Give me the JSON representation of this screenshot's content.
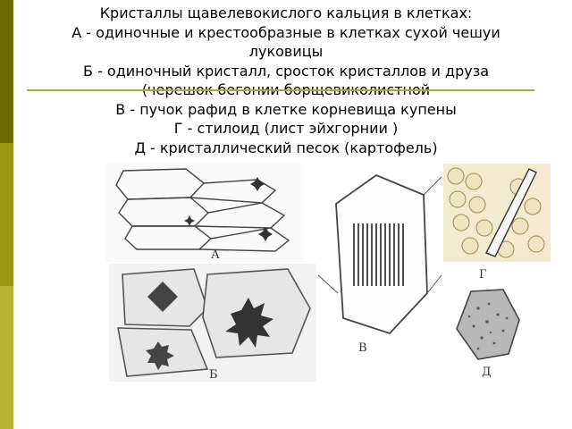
{
  "slide": {
    "title_lines": [
      "Кристаллы щавелевокислого кальция в клетках:",
      "А - одиночные и крестообразные в клетках сухой чешуи",
      "луковицы",
      "Б - одиночный кристалл, сросток кристаллов и друза",
      "(черешок бегонии борщевиколистной",
      "В - пучок рафид в клетке корневища купены",
      "Г - стилоид (лист эйхгорнии )",
      "Д - кристаллический песок (картофель)"
    ],
    "figure_labels": {
      "a": "А",
      "b": "Б",
      "v": "В",
      "g": "Г",
      "d": "Д"
    }
  }
}
